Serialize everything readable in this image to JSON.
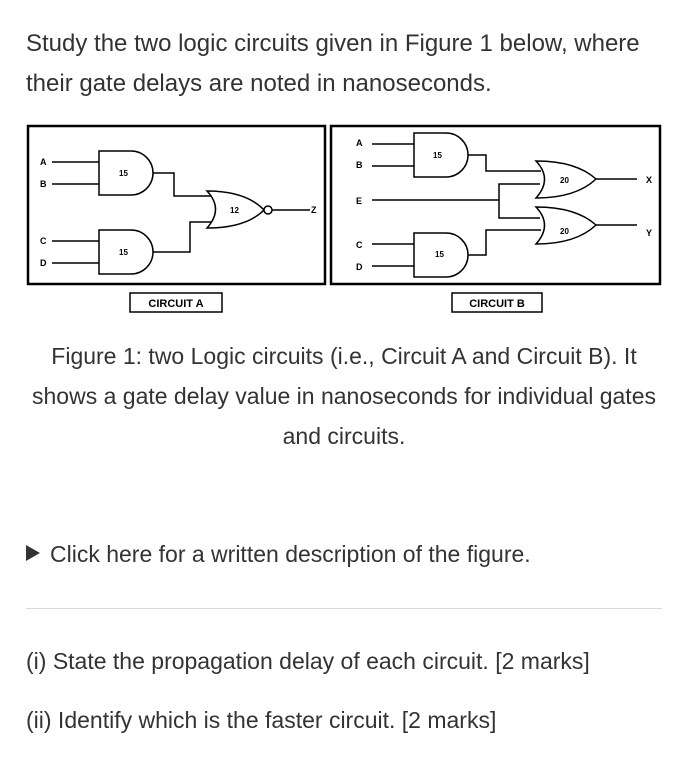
{
  "intro": "Study the two logic circuits given in Figure 1 below, where their gate delays are noted in nanoseconds.",
  "circuit_a": {
    "inputs": [
      "A",
      "B",
      "C",
      "D"
    ],
    "gate_delays": [
      "15",
      "15",
      "12"
    ],
    "output": "Z",
    "label": "CIRCUIT A"
  },
  "circuit_b": {
    "inputs": [
      "A",
      "B",
      "E",
      "C",
      "D"
    ],
    "gate_delays": [
      "15",
      "15",
      "20",
      "20"
    ],
    "outputs": [
      "X",
      "Y"
    ],
    "label": "CIRCUIT B"
  },
  "caption": "Figure 1: two Logic circuits (i.e., Circuit A and Circuit B). It shows a gate delay value in nanoseconds for individual gates and circuits.",
  "details_link": "Click here for a written description of the figure.",
  "questions": [
    "(i) State the propagation delay of each circuit. [2 marks]",
    "(ii) Identify which is the faster circuit. [2 marks]"
  ]
}
